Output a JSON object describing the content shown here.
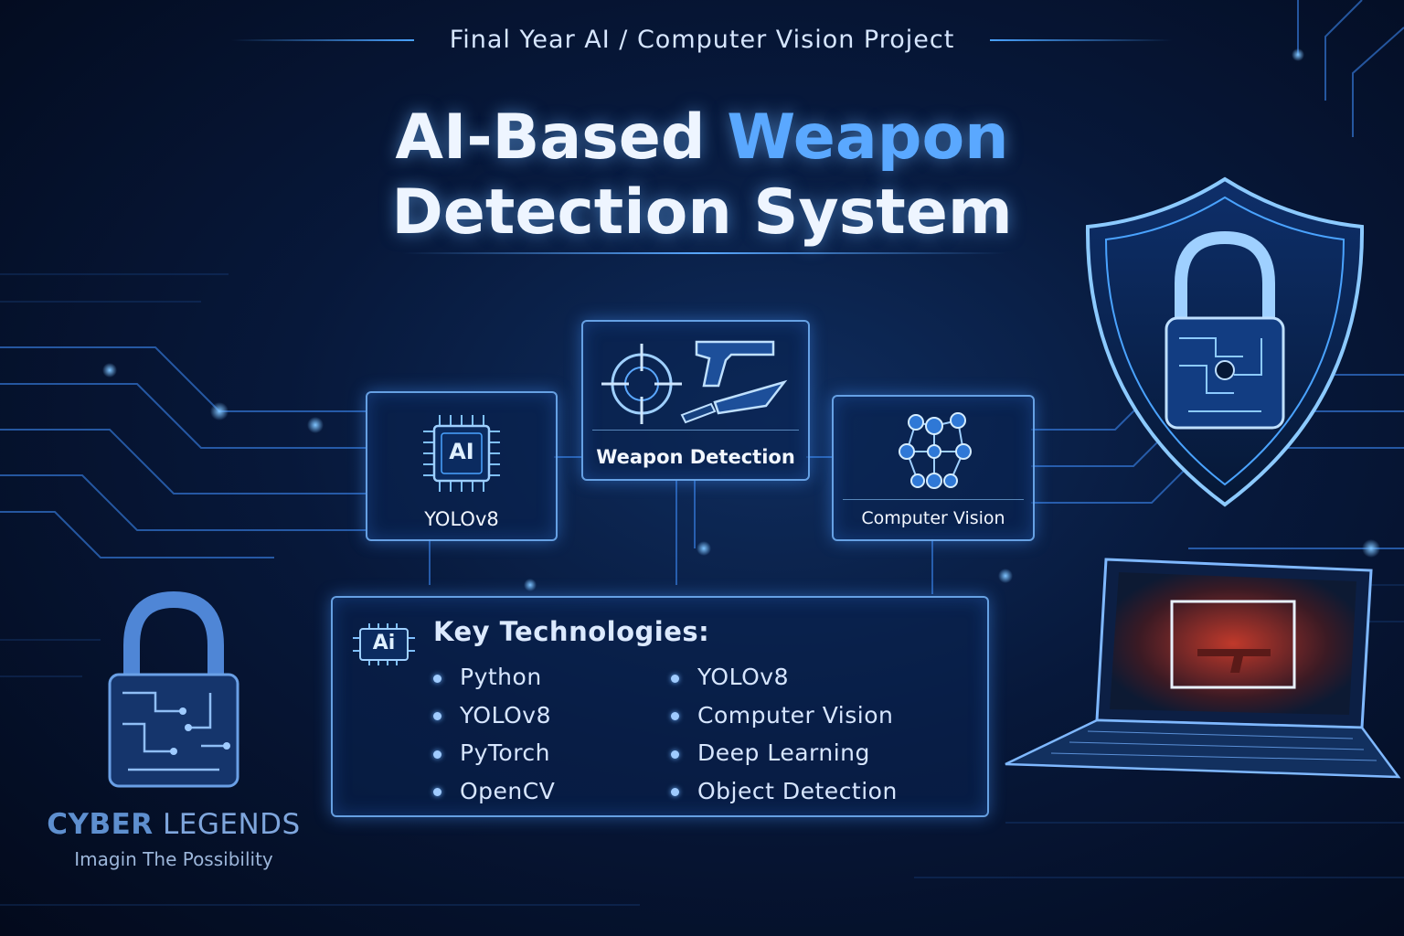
{
  "header": {
    "subtitle": "Final Year AI / Computer Vision Project",
    "title_line1_part1": "AI-Based ",
    "title_line1_accent": "Weapon",
    "title_line2": "Detection System"
  },
  "cards": {
    "yolo": {
      "chip_text": "AI",
      "label": "YOLOv8"
    },
    "weapon": {
      "label": "Weapon Detection"
    },
    "vision": {
      "label": "Computer Vision"
    }
  },
  "technologies": {
    "badge": "Ai",
    "title": "Key Technologies:",
    "left": [
      "Python",
      "YOLOv8",
      "PyTorch",
      "OpenCV"
    ],
    "right": [
      "YOLOv8",
      "Computer Vision",
      "Deep Learning",
      "Object Detection"
    ]
  },
  "brand": {
    "name_bold": "CYBER",
    "name_light": " LEGENDS",
    "tagline": "Imagin The Possibility"
  },
  "icons": [
    "chip-icon",
    "crosshair-icon",
    "pistol-icon",
    "knife-icon",
    "network-icon",
    "shield-lock-icon",
    "padlock-icon",
    "laptop-icon",
    "ai-badge-icon"
  ],
  "colors": {
    "accent": "#5aa8ff",
    "background": "#07183a",
    "glow": "#4aa3ff"
  }
}
